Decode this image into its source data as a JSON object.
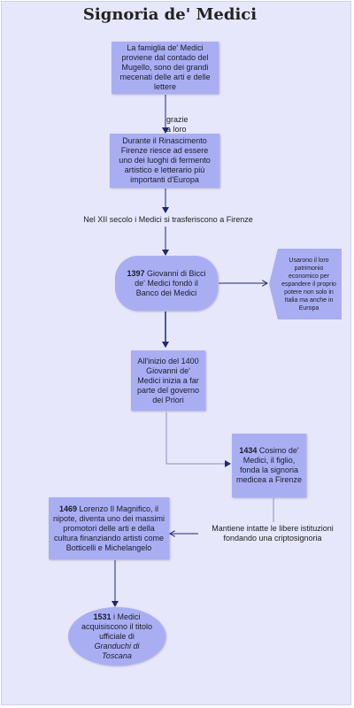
{
  "title": "Signoria de' Medici",
  "nodes": {
    "famiglia": "La famiglia de' Medici proviene dal contado del Mugello, sono dei grandi mecenati delle arti e delle lettere",
    "rinascimento": "Durante il Rinascimento Firenze riesce ad essere uno dei luoghi di fermento artistico e letterario più importanti d'Europa",
    "giovanni_year": "1397",
    "giovanni_text": " Giovanni di Bicci de' Medici fondò il Banco dei Medici",
    "usarono": "Usarono il loro patrimonio economico per espandere il proprio potere non solo in Italia ma anche in Europa",
    "inizio": "All'inizio del 1400 Giovanni de' Medici inizia a far parte del governo dei Priori",
    "cosimo_year": "1434",
    "cosimo_text": " Cosimo de' Medici, il figlio, fonda la signoria medicea a Firenze",
    "lorenzo_year": "1469",
    "lorenzo_text": " Lorenzo Il Magnifico, il nipote, diventa uno dei massimi promotori delle arti e della cultura finanziando artisti come Botticelli e Michelangelo",
    "granduchi_year": "1531",
    "granduchi_text": " i Medici acquisiscono il titolo ufficiale di ",
    "granduchi_title": "Granduchi di Toscana"
  },
  "labels": {
    "grazie": "grazie\na loro",
    "xii_secolo": "Nel XII secolo i Medici si trasferiscono a Firenze",
    "mantiene": "Mantiene intatte le libere istituzioni fondando una criptosignoria"
  },
  "colors": {
    "node_fill": "#a9aef3",
    "background": "#e6e7fb",
    "arrow": "#1f2a6b"
  }
}
